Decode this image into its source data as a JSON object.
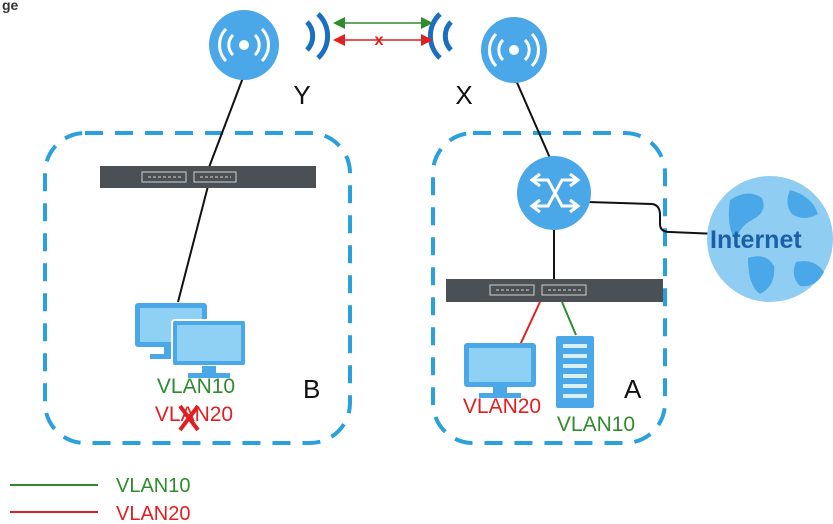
{
  "caption": "ge",
  "nodes": {
    "ap_y": "Y",
    "ap_x": "X",
    "internet": "Internet",
    "group_b": "B",
    "group_a": "A"
  },
  "vlan_labels": {
    "b_vlan10": "VLAN10",
    "b_vlan20": "VLAN20",
    "a_vlan20": "VLAN20",
    "a_vlan10": "VLAN10"
  },
  "link_marks": {
    "blocked": "x"
  },
  "legend": [
    {
      "label": "VLAN10",
      "color": "#2e8b2e"
    },
    {
      "label": "VLAN20",
      "color": "#e02020"
    }
  ],
  "colors": {
    "ap": "#4aa8e8",
    "group_border": "#2aa0dc",
    "switch": "#4b5054",
    "globe": "#7ec5ef",
    "vlan10": "#2e8b2e",
    "vlan20": "#e02020"
  }
}
